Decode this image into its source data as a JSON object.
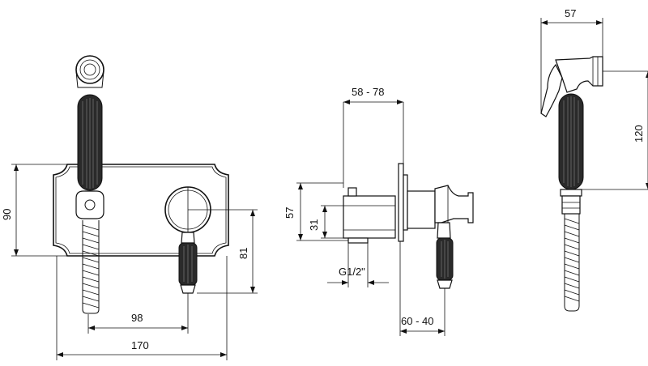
{
  "dimensions": {
    "front_total_width": "170",
    "front_handle_offset": "98",
    "front_plate_height": "90",
    "front_handle_height": "81",
    "side_projection": "58 - 78",
    "side_height": "57",
    "side_inner_height": "31",
    "side_thread": "G1/2\"",
    "side_depth": "60 - 40",
    "hand_width": "57",
    "hand_height": "120"
  }
}
